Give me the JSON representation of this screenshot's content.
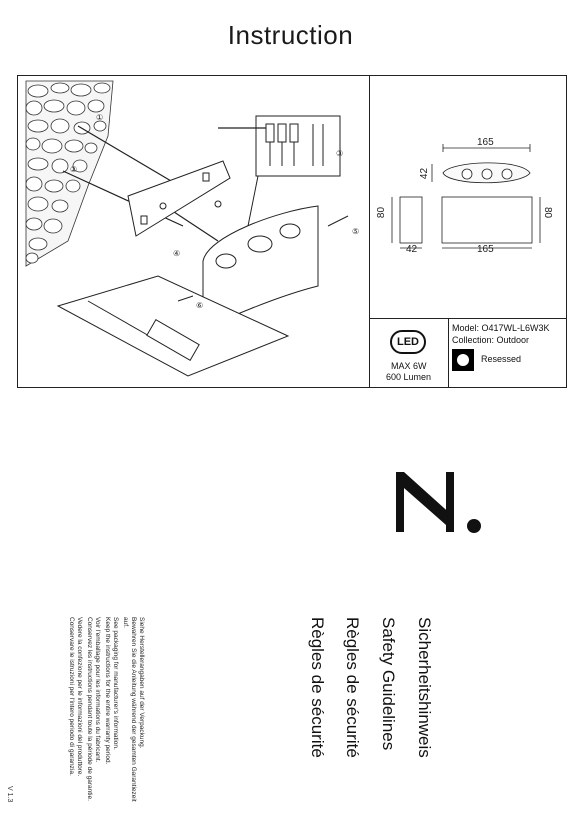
{
  "title": "Instruction",
  "dimensions": {
    "top_width": "165",
    "top_height": "42",
    "front_width": "165",
    "front_height": "80",
    "side_height": "80",
    "side_depth": "42"
  },
  "diagram_callouts": [
    "①",
    "②",
    "③",
    "④",
    "⑤",
    "⑥"
  ],
  "product": {
    "led_badge": "LED",
    "max_power": "MAX 6W",
    "lumen": "600 Lumen",
    "model": "Model: O417WL-L6W3K",
    "collection": "Collection: Outdoor",
    "mount": "Resessed"
  },
  "safety_headings": [
    "Sicherheitshinweis",
    "Safety Guidelines",
    "Règles de sécurité",
    "Règles de sécurité"
  ],
  "safety_small_lines": [
    "Siehe Herstellerangaben auf der Verpackung.",
    "Bewahren Sie die Anleitung während der gesamten Garantiezeit",
    "auf.",
    "See packaging for manufacturer's information.",
    "Keep the instructions for the entire warranty period.",
    "Voir l'emballage pour les informations du fabricant.",
    "Conservez les instructions pendant toute la période de garantie.",
    "Vedere la confezione per le informazioni del produttore.",
    "Conservare le istruzioni per l'intero periodo di garanzia."
  ],
  "version": "V 1.3",
  "colors": {
    "ink": "#111111",
    "background": "#ffffff"
  }
}
